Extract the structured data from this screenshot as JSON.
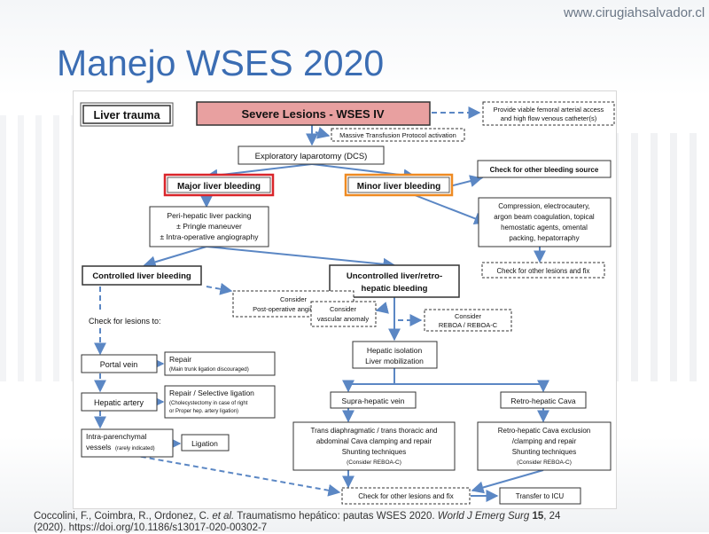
{
  "site_url": "www.cirugiahsalvador.cl",
  "slide_title": "Manejo WSES 2020",
  "diagram": {
    "liver_trauma": "Liver trauma",
    "severe_lesions": "Severe Lesions - WSES IV",
    "viable_access": [
      "Provide viable femoral arterial access",
      "and high flow venous catheter(s)"
    ],
    "massive_transfusion": "Massive Transfusion Protocol activation",
    "exploratory": "Exploratory laparotomy (DCS)",
    "major_bleeding": "Major liver bleeding",
    "minor_bleeding": "Minor liver bleeding",
    "check_other_source": "Check for other bleeding source",
    "packing": [
      "Peri-hepatic liver packing",
      "± Pringle maneuver",
      "± Intra-operative angiography"
    ],
    "compression": [
      "Compression, electrocautery,",
      "argon beam coagulation, topical",
      "hemostatic agents, omental",
      "packing, hepatorraphy"
    ],
    "check_lesions_fix_1": "Check for other lesions and fix",
    "controlled": "Controlled liver bleeding",
    "uncontrolled": [
      "Uncontrolled liver/retro-",
      "hepatic bleeding"
    ],
    "consider_postop": [
      "Consider",
      "Post-operative angiography"
    ],
    "consider_vascular": [
      "Consider",
      "vascular anomaly"
    ],
    "consider_reboa": [
      "Consider",
      "REBOA / REBOA-C"
    ],
    "check_lesions_to": "Check for lesions to:",
    "portal_vein": "Portal vein",
    "repair": "Repair",
    "repair_note": "(Main trunk ligation discouraged)",
    "hepatic_artery": "Hepatic artery",
    "repair_selective": "Repair / Selective ligation",
    "repair_selective_note": [
      "(Cholecystectomy in case of right",
      "or Proper hep. artery ligation)"
    ],
    "intraparenchymal": [
      "Intra-parenchymal",
      "vessels"
    ],
    "rarely_indicated": "(rarely indicated)",
    "ligation": "Ligation",
    "hepatic_isolation": [
      "Hepatic isolation",
      "Liver mobilization"
    ],
    "suprahepatic": "Supra-hepatic vein",
    "retrohepatic": "Retro-hepatic Cava",
    "trans_diaphragmatic": [
      "Trans diaphragmatic / trans thoracic and",
      "abdominal Cava clamping and repair",
      "Shunting techniques",
      "(Consider REBOA-C)"
    ],
    "retro_exclusion": [
      "Retro-hepatic Cava exclusion",
      "/clamping and repair",
      "Shunting techniques",
      "(Consider REBOA-C)"
    ],
    "check_lesions_fix_2": "Check for other lesions and fix",
    "transfer_icu": "Transfer to ICU",
    "colors": {
      "severe_fill": "#e8a0a0",
      "major_border": "#d9252a",
      "minor_border": "#ee8a22",
      "arrow": "#5b87c4",
      "box_border": "#333333"
    }
  },
  "citation": {
    "authors": "Coccolini, F., Coimbra, R., Ordonez, C. ",
    "et_al": "et al.",
    "title": " Traumatismo hepático: pautas WSES 2020. ",
    "journal": "World J Emerg Surg",
    "volume": "15",
    "rest": ", 24",
    "doi_line": "(2020). https://doi.org/10.1186/s13017-020-00302-7"
  }
}
